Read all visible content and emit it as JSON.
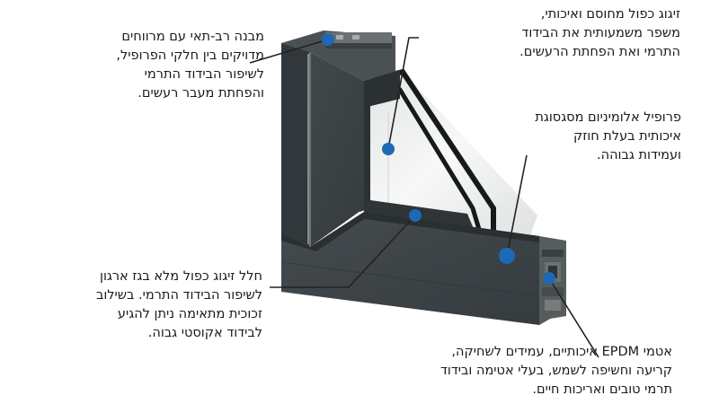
{
  "annotations": [
    {
      "id": "structure",
      "text": "מבנה רב-תאי עם מרווחים\nמדויקים בין חלקי הפרופיל,\nלשיפור הבידוד התרמי\nוהפחתת מעבר רעשים."
    },
    {
      "id": "tempered-glazing",
      "text": "זיגוג כפול מחוסם ואיכותי,\nמשפר משמעותית את הבידוד\nהתרמי ואת הפחתת הרעשים."
    },
    {
      "id": "aluminum-profile",
      "text": "פרופיל אלומיניום מסגסוגת\nאיכותית בעלת חוזק\nועמידות גבוהה."
    },
    {
      "id": "argon-gap",
      "text": "חלל זיגוג כפול מלא בגז ארגון\nלשיפור הבידוד התרמי. בשילוב\nזכוכית מתאימה ניתן להגיע\nלבידוד אקוסטי גבוה."
    },
    {
      "id": "epdm-gaskets",
      "text": "אטמי EPDM איכותיים, עמידים לשחיקה,\nקריעה וחשיפה לשמש, בעלי אטימה ובידוד\nתרמי טובים ואריכות חיים."
    }
  ],
  "colors": {
    "frame": "#3e4447",
    "frame_dark": "#2e3336",
    "frame_edge": "#23282a",
    "frame_light": "#59605f",
    "glass": "#eef0ef",
    "marker": "#1d69b5",
    "leader": "#222222",
    "text": "#1a1a1a"
  }
}
